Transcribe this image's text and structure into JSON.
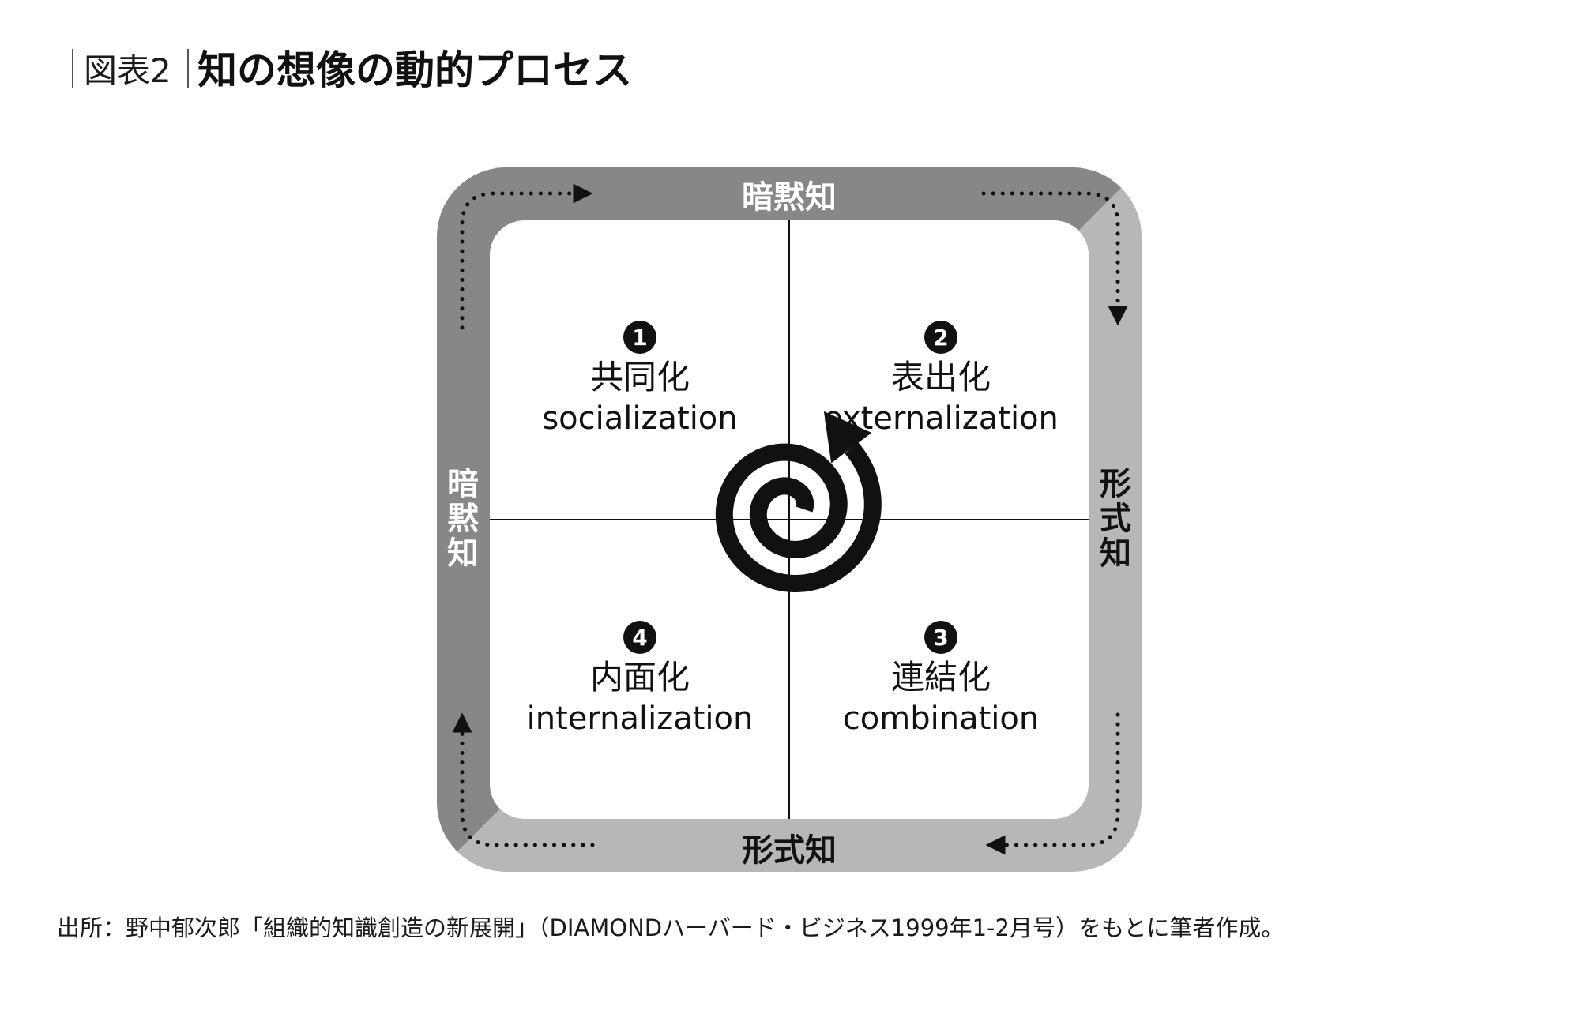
{
  "header": {
    "tag": "図表2",
    "title": "知の想像の動的プロセス"
  },
  "bands": {
    "top": "暗黙知",
    "bottom": "形式知",
    "left": [
      "暗",
      "黙",
      "知"
    ],
    "right": [
      "形",
      "式",
      "知"
    ]
  },
  "quadrants": [
    {
      "num": "1",
      "jp": "共同化",
      "en": "socialization"
    },
    {
      "num": "2",
      "jp": "表出化",
      "en": "externalization"
    },
    {
      "num": "3",
      "jp": "連結化",
      "en": "combination"
    },
    {
      "num": "4",
      "jp": "内面化",
      "en": "internalization"
    }
  ],
  "source": "出所：野中郁次郎「組織的知識創造の新展開」（DIAMONDハーバード・ビジネス1999年1-2月号）をもとに筆者作成。",
  "colors": {
    "tacit_band": "#878787",
    "explicit_band": "#b7b7b7",
    "ink": "#111111",
    "label_on_dark": "#ffffff",
    "label_on_light": "#111111"
  },
  "icons": [
    "spiral-arrow-icon",
    "dotted-arrow-icon",
    "number-badge-icon"
  ]
}
